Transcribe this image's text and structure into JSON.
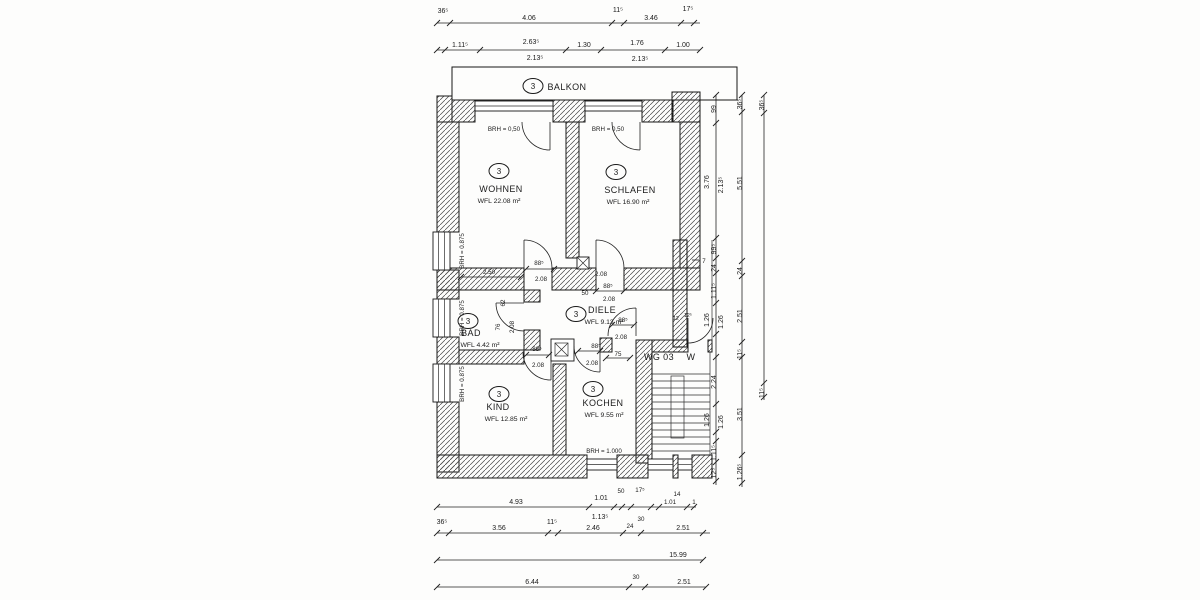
{
  "plan": {
    "rooms": [
      {
        "id": "3",
        "name": "BALKON"
      },
      {
        "id": "3",
        "name": "WOHNEN",
        "area": "WFL 22.08 m²"
      },
      {
        "id": "3",
        "name": "SCHLAFEN",
        "area": "WFL 16.90 m²"
      },
      {
        "id": "3",
        "name": "BAD",
        "area": "WFL 4.42 m²"
      },
      {
        "id": "3",
        "name": "DIELE",
        "area": "WFL 9.13 m²"
      },
      {
        "id": "3",
        "name": "KIND",
        "area": "WFL 12.85 m²"
      },
      {
        "id": "3",
        "name": "KOCHEN",
        "area": "WFL 9.55 m²"
      }
    ],
    "annotations": {
      "brh_wohnen": "BRH = 0,50",
      "brh_schlafen": "BRH = 0,50",
      "brh_left1": "BRH = 0.875",
      "brh_left2": "BRH = 0.875",
      "brh_left3": "BRH = 0.875",
      "brh_kueche": "BRH = 1.000",
      "unit": "WG 03",
      "unit_next": "W"
    },
    "dims": {
      "top1": [
        "36⁵",
        "4.06",
        "11⁵",
        "3.46",
        "17⁵"
      ],
      "top2": [
        "1.11⁵",
        "2.63⁵",
        "2.13⁵",
        "1.30",
        "1.76",
        "2.13⁵",
        "1.00"
      ],
      "right1": [
        "99",
        "3.76",
        "2.13⁵",
        "99⁵",
        "24",
        "1.11⁵",
        "1.26",
        "1.26",
        "2.24",
        "1.26",
        "1.26",
        "1.11⁵",
        "12⁵"
      ],
      "right2": [
        "36⁵",
        "5.51",
        "24",
        "2.51",
        "11⁵",
        "3.51",
        "1.26⁵"
      ],
      "right3": [
        "36⁵",
        "11⁵"
      ],
      "bottom1": [
        "4.93",
        "1.01",
        "1.13⁵",
        "50",
        "17⁵",
        "14",
        "1.01",
        "1"
      ],
      "bottom2": [
        "36⁵",
        "3.56",
        "11⁵",
        "2.46",
        "30",
        "24",
        "2.51"
      ],
      "bottom3": [
        "15.99"
      ],
      "bottom4": [
        "6.44",
        "30",
        "2.51"
      ],
      "inner": {
        "wohnen_w": "2.50",
        "d_wohnen_w": "88⁵",
        "d_wohnen_h": "2.08",
        "d_schlafen_gap": "50",
        "d_schlafen_w": "88⁵",
        "d_schlafen_h": "2.08",
        "d_schlafen_h2": "2.08",
        "bad_62": "62",
        "bad_76": "76",
        "bad_208": "2.08",
        "d_kind_w": "88⁵",
        "d_kind_h": "2.08",
        "d_kochen_w": "88⁵",
        "d_kochen_h": "2.08",
        "kochen_75": "75",
        "d_entry_w": "88⁵",
        "d_entry_h": "2.08",
        "c_12": "12",
        "c_125": "12⁵",
        "step_7": "7"
      }
    }
  }
}
